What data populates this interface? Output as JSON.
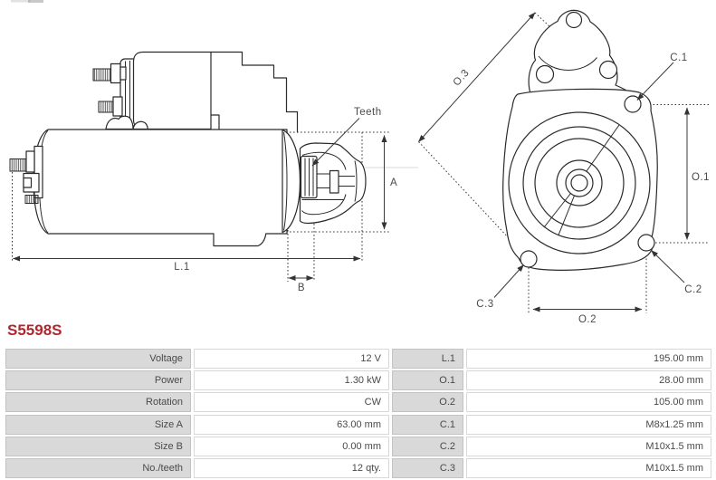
{
  "brand": {
    "accent": "#b0262e"
  },
  "product": {
    "code": "S5598S"
  },
  "diagram": {
    "labels": {
      "teeth": "Teeth",
      "a": "A",
      "b": "B",
      "l1": "L.1",
      "o1": "O.1",
      "o2": "O.2",
      "o3": "O.3",
      "c1": "C.1",
      "c2": "C.2",
      "c3": "C.3"
    }
  },
  "spec_table": {
    "rows": [
      {
        "param": "Voltage",
        "value": "12 V",
        "dim": "L.1",
        "dim_value": "195.00 mm"
      },
      {
        "param": "Power",
        "value": "1.30 kW",
        "dim": "O.1",
        "dim_value": "28.00 mm"
      },
      {
        "param": "Rotation",
        "value": "CW",
        "dim": "O.2",
        "dim_value": "105.00 mm"
      },
      {
        "param": "Size A",
        "value": "63.00 mm",
        "dim": "C.1",
        "dim_value": "M8x1.25 mm"
      },
      {
        "param": "Size B",
        "value": "0.00 mm",
        "dim": "C.2",
        "dim_value": "M10x1.5 mm"
      },
      {
        "param": "No./teeth",
        "value": "12 qty.",
        "dim": "C.3",
        "dim_value": "M10x1.5 mm"
      }
    ]
  }
}
